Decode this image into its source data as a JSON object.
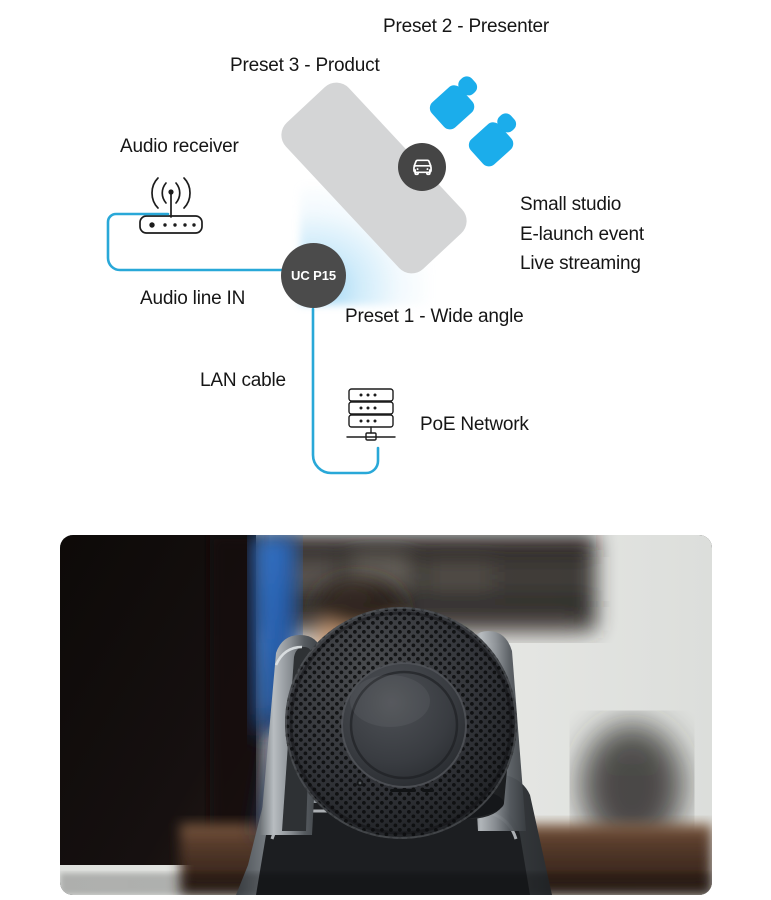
{
  "diagram": {
    "title_labels": {
      "preset2": "Preset 2 - Presenter",
      "preset3": "Preset 3 - Product",
      "preset1": "Preset 1 - Wide angle"
    },
    "device_labels": {
      "audio_receiver": "Audio receiver",
      "audio_line_in": "Audio line IN",
      "lan_cable": "LAN cable",
      "poe_network": "PoE Network"
    },
    "use_cases": [
      "Small studio",
      "E-launch event",
      "Live streaming"
    ],
    "hub": {
      "label": "UC P15"
    },
    "icons": {
      "router": "wireless-router-icon",
      "server": "poe-network-server-icon",
      "car": "car-icon",
      "camera_1": "video-camera-icon",
      "camera_2": "video-camera-icon"
    },
    "colors": {
      "wire": "#29a8d8",
      "camera_blue": "#1badeb",
      "hub_gray": "#4b4b4b",
      "panel_gray": "#d4d5d6",
      "text": "#161616"
    }
  },
  "photo": {
    "alt": "PTZ conference camera in foreground with blurred man in navy suit seated at wooden desk"
  }
}
